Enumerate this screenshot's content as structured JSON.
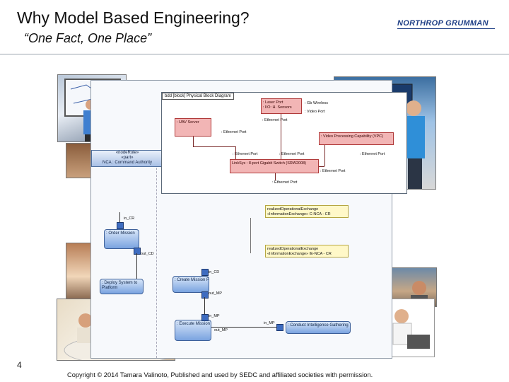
{
  "slide": {
    "title": "Why Model Based Engineering?",
    "subtitle": "“One Fact, One Place”",
    "logo_text": "NORTHROP GRUMMAN",
    "page_number": "4",
    "copyright": "Copyright © 2014 Tamara Valinoto, Published and used by SEDC and affiliated societies with permission."
  },
  "block_diagram": {
    "title": "bdd [block] Physical Block Diagram",
    "blocks": {
      "top": ": Laser Port\n: I/O: H. Sensors",
      "left": ": UAV Server",
      "right": ": Video Processing Capability (VPC)",
      "center": "LinkSys : 8-port Gigabit Switch (SRW2008)"
    },
    "ports": {
      "wireless": ": Gb Wireless",
      "video": ": Video Port",
      "eth_top": ": Ethernet Port",
      "eth_left": ": Ethernet Port",
      "eth_mid_left": ": Ethernet Port",
      "eth_mid_right": ": Ethernet Port",
      "eth_vpc": ": Ethernet Port",
      "eth_switch": ": Ethernet Port",
      "eth_bottom": ": Ethernet Port"
    }
  },
  "activity_diagram": {
    "header_box": "«nodeRole»\n«part»\nNCA : Command Authority",
    "notes": [
      "realizedOperationalExchange\n«InformationExchange» C-NCA - CR",
      "realizedOperationalExchange\n«InformationExchange» IE-NCA - CR"
    ],
    "actions": {
      "a1": ": Order Mission",
      "a2": ": Deploy System to Platform",
      "a3": ": Create Mission Plan",
      "a4": ": Execute Mission Plan",
      "a5": ": Conduct Intelligence Gathering"
    },
    "pins": {
      "in_cr": "in_CR",
      "out_cd": "out_CD",
      "in_cd": "in_CD",
      "out_mp": "out_MP",
      "in_mp": "in_MP",
      "out_mp2": "out_MP",
      "in_mp2": "in_MP"
    }
  }
}
